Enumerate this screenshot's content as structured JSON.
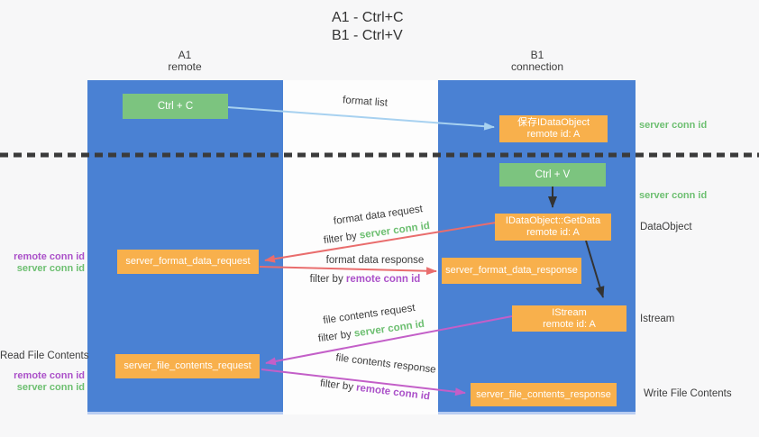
{
  "title": {
    "line1": "A1 - Ctrl+C",
    "line2": "B1 - Ctrl+V"
  },
  "columns": {
    "left": {
      "header_line1": "A1",
      "header_line2": "remote"
    },
    "right": {
      "header_line1": "B1",
      "header_line2": "connection"
    }
  },
  "boxes": {
    "ctrl_c": {
      "label": "Ctrl + C"
    },
    "ctrl_v": {
      "label": "Ctrl + V"
    },
    "save_idataobject": {
      "line1": "保存IDataObject",
      "line2": "remote id: A"
    },
    "getdata": {
      "line1": "IDataObject::GetData",
      "line2": "remote id: A"
    },
    "istream": {
      "line1": "IStream",
      "line2": "remote id: A"
    },
    "format_request": {
      "label": "server_format_data_request"
    },
    "format_response": {
      "label": "server_format_data_response"
    },
    "file_request": {
      "label": "server_file_contents_request"
    },
    "file_response": {
      "label": "server_file_contents_response"
    }
  },
  "flow_labels": {
    "format_list": "format list",
    "format_data_request": "format data request",
    "format_data_response": "format data response",
    "file_contents_request": "file contents request",
    "file_contents_response": "file contents response",
    "filter_by": "filter by ",
    "server_conn_id": "server conn id",
    "remote_conn_id": "remote conn id"
  },
  "side_labels": {
    "left": {
      "remote_conn_id": "remote conn id",
      "server_conn_id": "server conn id",
      "read_file_contents": "Read File Contents"
    },
    "right": {
      "server_conn_id": "server conn id",
      "dataobject": "DataObject",
      "istream": "Istream",
      "write_file_contents": "Write File Contents"
    }
  },
  "colors": {
    "column_blue": "#4a81d3",
    "box_green": "#7cc47f",
    "box_orange": "#f8b04c",
    "arrow_light_blue": "#a7d1f0",
    "arrow_salmon": "#e96d6d",
    "arrow_magenta": "#c35fc8",
    "arrow_black": "#333333",
    "text_green": "#6dbf71",
    "text_purple": "#ab51c9",
    "divider_dark": "#3b3b3b"
  }
}
